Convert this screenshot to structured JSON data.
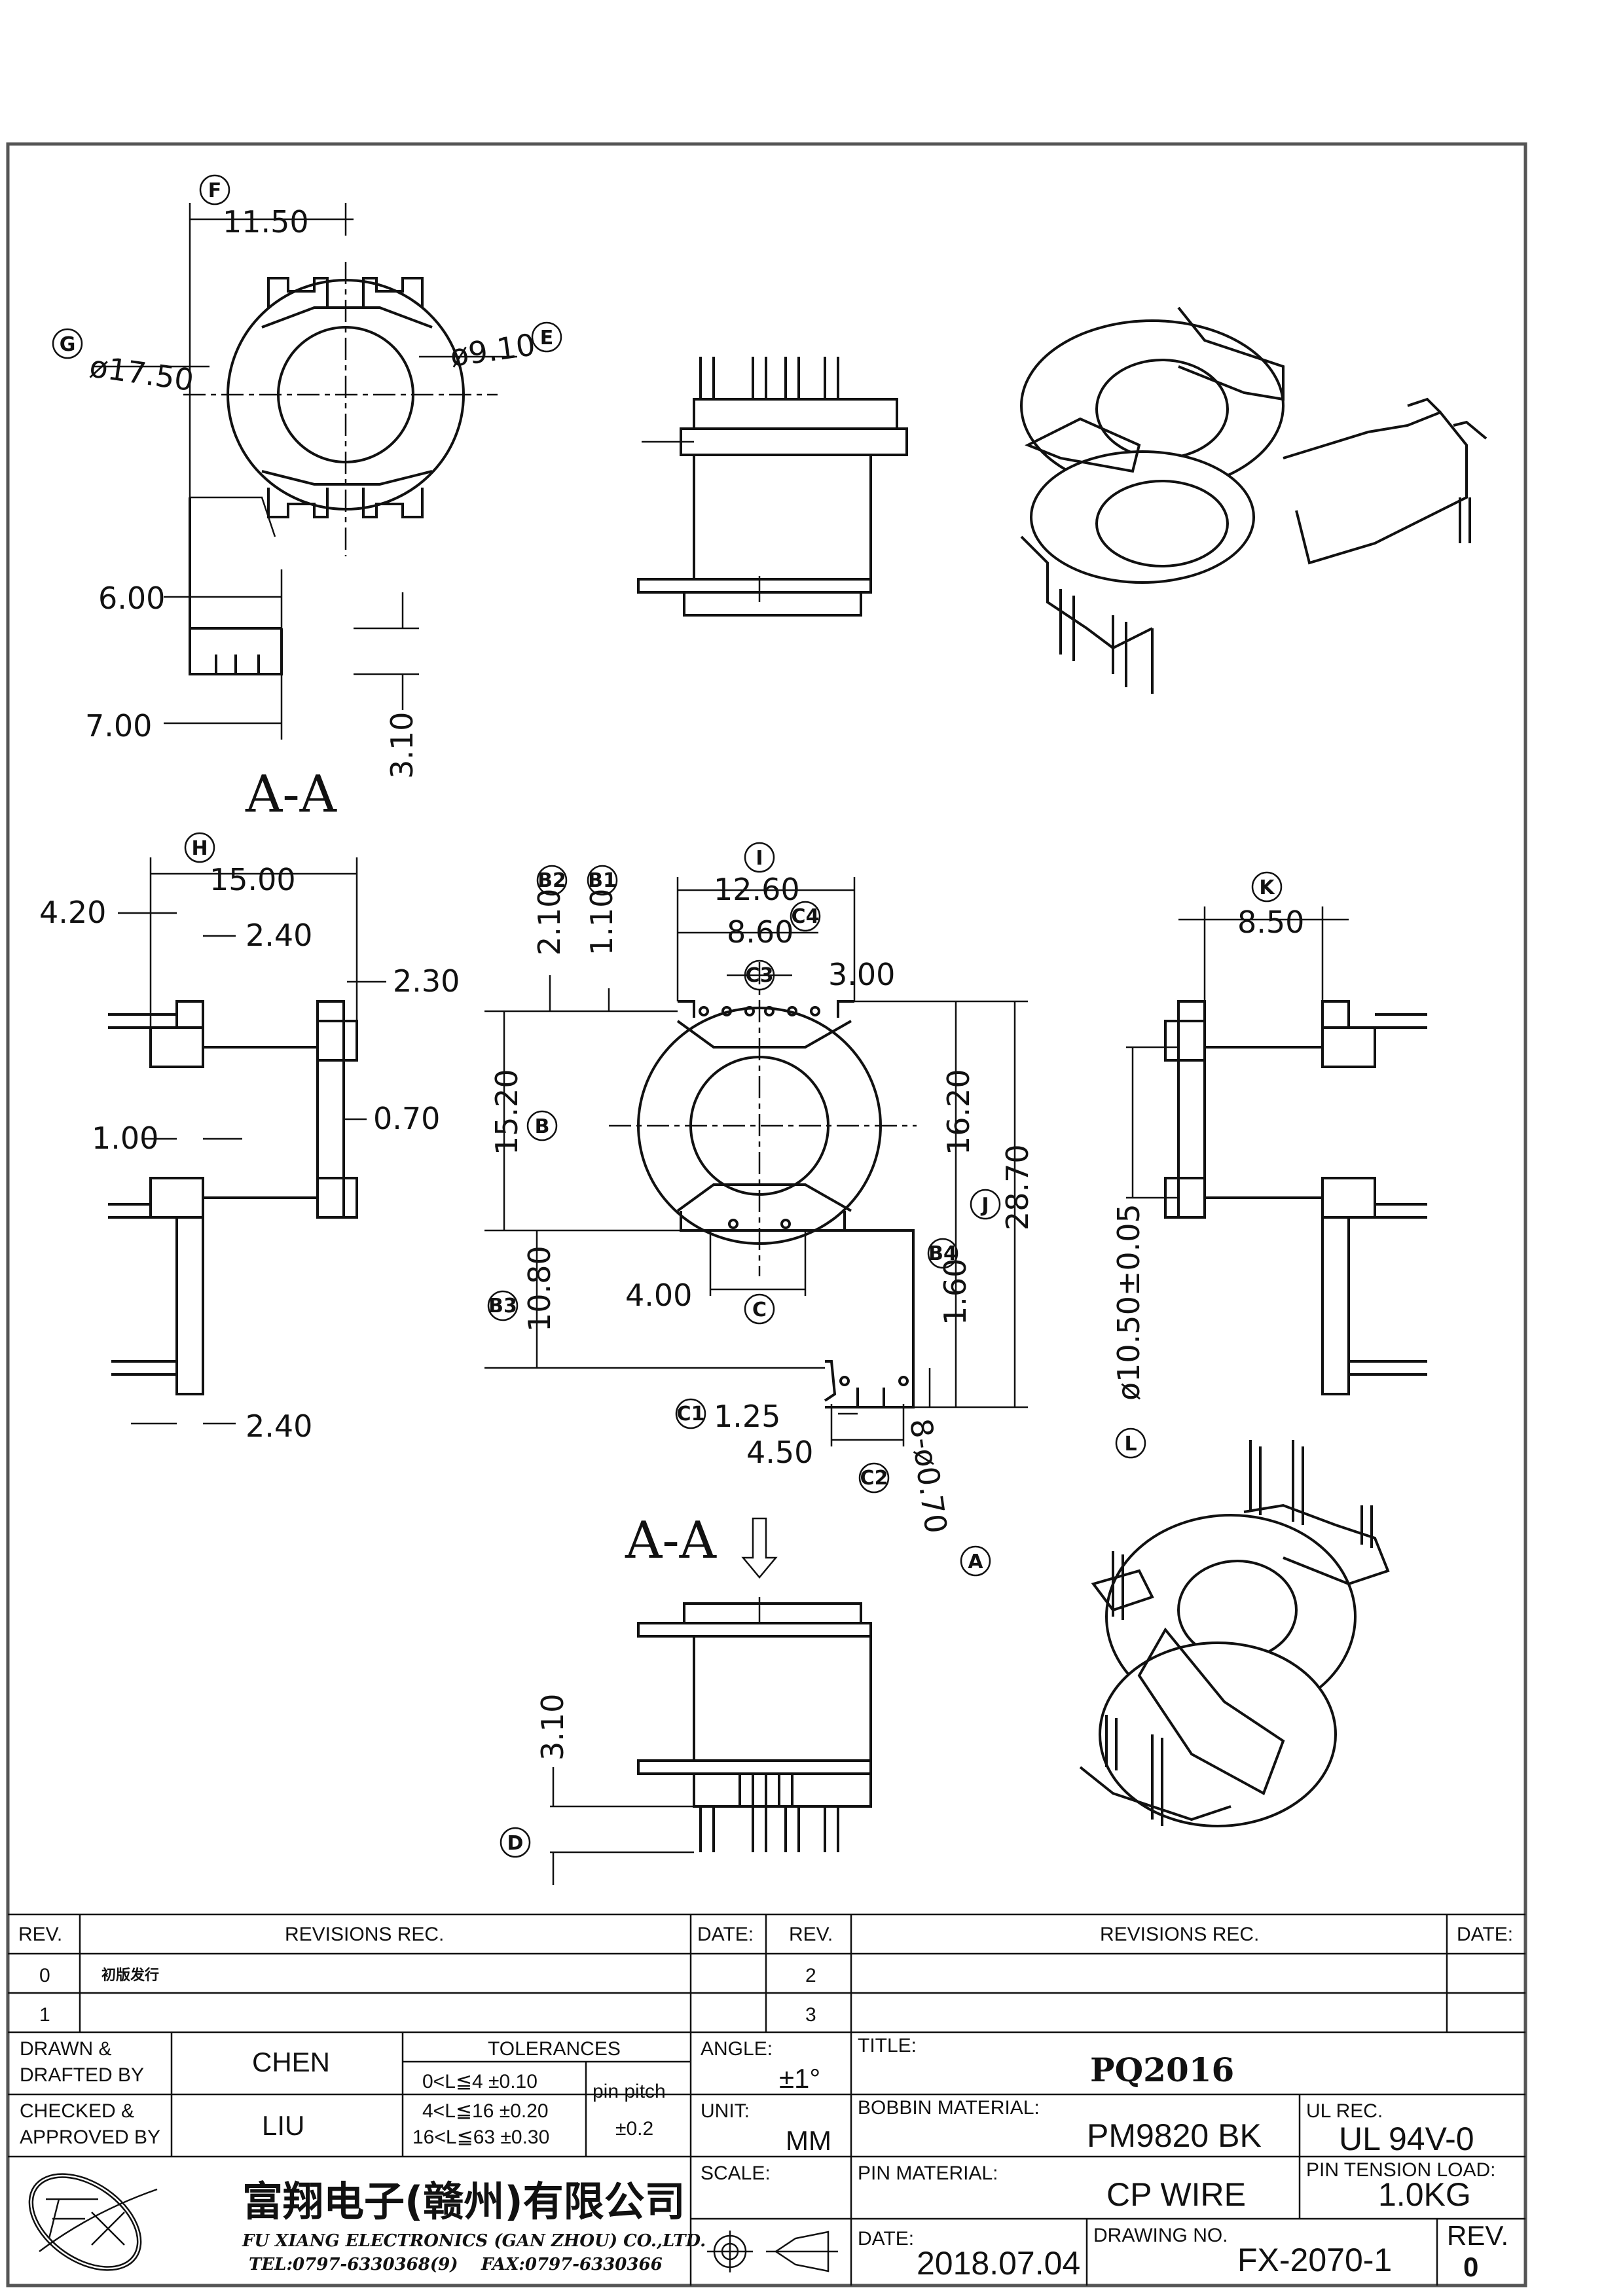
{
  "views": {
    "top": {
      "dim_f": "11.50",
      "dim_g": "ø17.50",
      "dim_e": "ø9.10",
      "dim_6": "6.00",
      "dim_7": "7.00",
      "dim_310": "3.10",
      "section_label": "A-A"
    },
    "side_left": {
      "dim_h": "15.00",
      "dim_420": "4.20",
      "dim_240a": "2.40",
      "dim_230": "2.30",
      "dim_100": "1.00",
      "dim_070": "0.70",
      "dim_240b": "2.40"
    },
    "front": {
      "dim_i": "12.60",
      "dim_860": "8.60",
      "dim_300": "3.00",
      "dim_210": "2.10",
      "dim_110": "1.10",
      "dim_1520": "15.20",
      "dim_1620": "16.20",
      "dim_2870": "28.70",
      "dim_1080": "10.80",
      "dim_400": "4.00",
      "dim_160": "1.60",
      "dim_125": "1.25",
      "dim_450": "4.50",
      "dim_pin": "8-ø0.70"
    },
    "side_right": {
      "dim_k": "8.50",
      "dim_l": "ø10.50±0.05"
    },
    "bottom": {
      "section_label": "A-A",
      "dim_310": "3.10"
    },
    "markers": {
      "A": "A",
      "B": "B",
      "B1": "B1",
      "B2": "B2",
      "B3": "B3",
      "B4": "B4",
      "C": "C",
      "C1": "C1",
      "C2": "C2",
      "C3": "C3",
      "C4": "C4",
      "D": "D",
      "E": "E",
      "F": "F",
      "G": "G",
      "H": "H",
      "I": "I",
      "J": "J",
      "K": "K",
      "L": "L"
    }
  },
  "title_block": {
    "rev_header": "REV.",
    "revisions_header": "REVISIONS  REC.",
    "date_header": "DATE:",
    "rev_header_2": "REV.",
    "revisions_header_2": "REVISIONS  REC.",
    "date_header_2": "DATE:",
    "rev_rows": [
      {
        "rev": "0",
        "text": "初版发行"
      },
      {
        "rev": "1",
        "text": ""
      }
    ],
    "rev_rows_right": [
      "2",
      "3"
    ],
    "drawn_label": "DRAWN &\nDRAFTED BY",
    "drawn_label_1": "DRAWN &",
    "drawn_label_2": "DRAFTED BY",
    "drawn_by": "CHEN",
    "checked_label_1": "CHECKED &",
    "checked_label_2": "APPROVED BY",
    "checked_by": "LIU",
    "tolerances_header": "TOLERANCES",
    "tol_rows": [
      "0<L≦4   ±0.10",
      "4<L≦16  ±0.20",
      "16<L≦63  ±0.30"
    ],
    "pin_pitch_label": "pin pitch",
    "pin_pitch_value": "±0.2",
    "angle_label": "ANGLE:",
    "angle_value": "±1°",
    "unit_label": "UNIT:",
    "unit_value": "MM",
    "scale_label": "SCALE:",
    "title_label": "TITLE:",
    "title_value": "PQ2016",
    "bobbin_label": "BOBBIN MATERIAL:",
    "bobbin_value": "PM9820  BK",
    "ul_label": "UL REC.",
    "ul_value": "UL  94V-0",
    "pin_material_label": "PIN  MATERIAL:",
    "pin_material_value": "CP  WIRE",
    "pin_tension_label": "PIN  TENSION  LOAD:",
    "pin_tension_value": "1.0KG",
    "date_label": "DATE:",
    "date_value": "2018.07.04",
    "drawing_no_label": "DRAWING  NO.",
    "drawing_no_value": "FX-2070-1",
    "rev_label": "REV.",
    "rev_value": "0",
    "company_cn": "富翔电子(赣州)有限公司",
    "company_en": "FU XIANG ELECTRONICS (GAN ZHOU) CO.,LTD.",
    "tel": "TEL:0797-6330368(9)",
    "fax": "FAX:0797-6330366"
  }
}
